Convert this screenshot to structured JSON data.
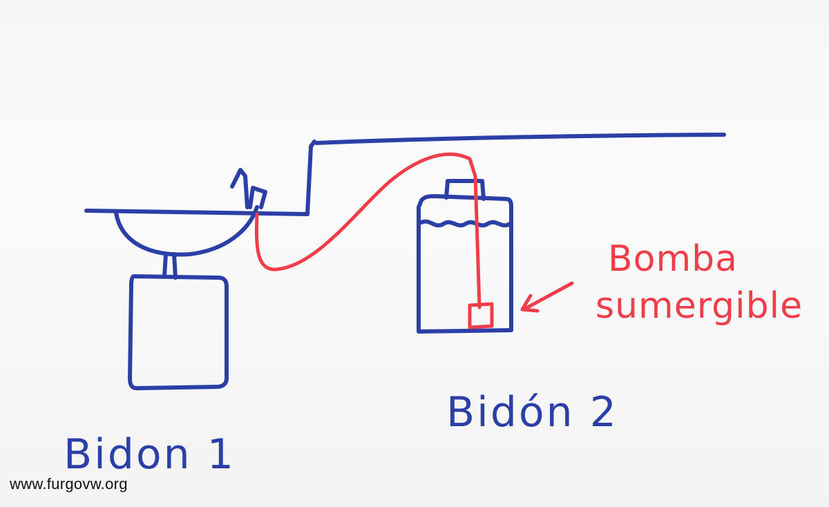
{
  "labels": {
    "tank1": "Bidon 1",
    "tank2": "Bidón 2",
    "pump_line1": "Bomba",
    "pump_line2": "sumergible"
  },
  "watermark": "www.furgovw.org",
  "colors": {
    "ink_blue": "#2b3fa6",
    "ink_red": "#ef3d4a",
    "paper": "#f7f7f7"
  }
}
